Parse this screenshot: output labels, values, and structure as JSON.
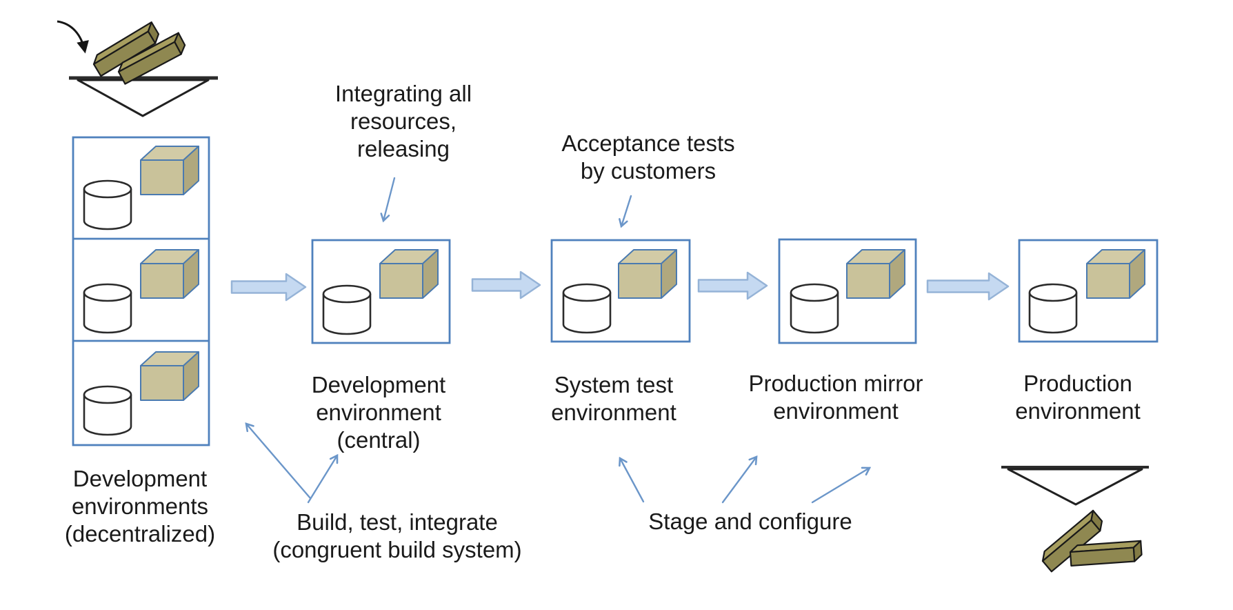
{
  "colors": {
    "background": "#ffffff",
    "text": "#1a1a1a",
    "box_border": "#4f81bd",
    "block_arrow_fill": "#c5d9f1",
    "block_arrow_border": "#95b3d7",
    "annotation_arrow": "#6b96c9",
    "cube_front": "#c9c29a",
    "cube_top": "#d2cba6",
    "cube_side": "#b0a87e",
    "cube_border": "#4a7ab0",
    "brick_front": "#8f8851",
    "brick_top": "#a79e5f",
    "brick_end": "#837b45"
  },
  "icons": {
    "input_arrow": "curved-arrow-icon",
    "input_funnel": "funnel-icon",
    "output_funnel": "funnel-icon",
    "bricks": "brick-icon",
    "database": "database-cylinder-icon",
    "package": "package-cube-icon",
    "flow_arrow": "block-arrow-icon",
    "annotation_arrow": "thin-arrow-icon"
  },
  "nodes": {
    "dev_decentralized": {
      "label": "Development\nenvironments\n(decentralized)"
    },
    "dev_central": {
      "label": "Development\nenvironment\n(central)"
    },
    "system_test": {
      "label": "System test\nenvironment"
    },
    "production_mirror": {
      "label": "Production mirror\nenvironment"
    },
    "production": {
      "label": "Production\nenvironment"
    }
  },
  "annotations": {
    "integrating": {
      "text": "Integrating all\nresources,\nreleasing"
    },
    "acceptance": {
      "text": "Acceptance tests\nby customers"
    },
    "build": {
      "text": "Build, test, integrate\n(congruent build system)"
    },
    "stage": {
      "text": "Stage and configure"
    }
  }
}
